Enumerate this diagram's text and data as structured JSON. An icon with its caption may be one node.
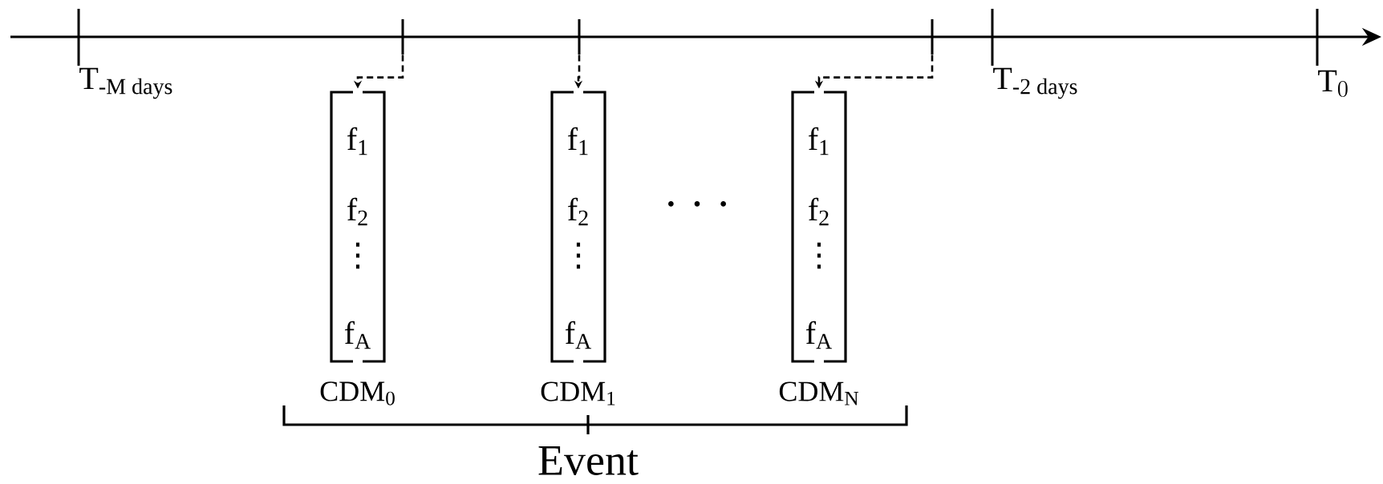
{
  "diagram": {
    "nodes": [
      {
        "text": [],
        "shape": "bar"
      },
      {
        "text": [],
        "shape": "bar"
      },
      {
        "text": [],
        "shape": "bar"
      },
      {
        "text": [
          "f$_{1}$",
          "f$_{2}$",
          "⋮",
          "f$_{A}$"
        ],
        "beside": [
          "CDM$_{0}$"
        ]
      },
      {
        "text": [
          "f$_{1}$",
          "f$_{2}$",
          "⋮",
          "f$_{A}$"
        ],
        "beside": [
          "CDM$_{1}$"
        ]
      },
      {
        "text": [
          "f$_{1}$",
          "f$_{2}$",
          "⋮",
          "f$_{A}$"
        ],
        "beside": [
          "CDM$_{N}$"
        ]
      }
    ],
    "edges": [
      {
        "from": 0,
        "to": 3,
        "arrow": "to",
        "style": "dashed"
      },
      {
        "from": 1,
        "to": 4,
        "arrow": "to",
        "style": "dashed"
      },
      {
        "from": 2,
        "to": 5,
        "arrow": "to",
        "style": "dashed"
      }
    ],
    "labels": [
      "\\mathrm{T}_{\\text{-M days}}",
      "\\mathrm{T}_{\\text{-2 days}}",
      "\\mathrm{T}_{0}",
      "· · ·",
      "Event"
    ]
  }
}
